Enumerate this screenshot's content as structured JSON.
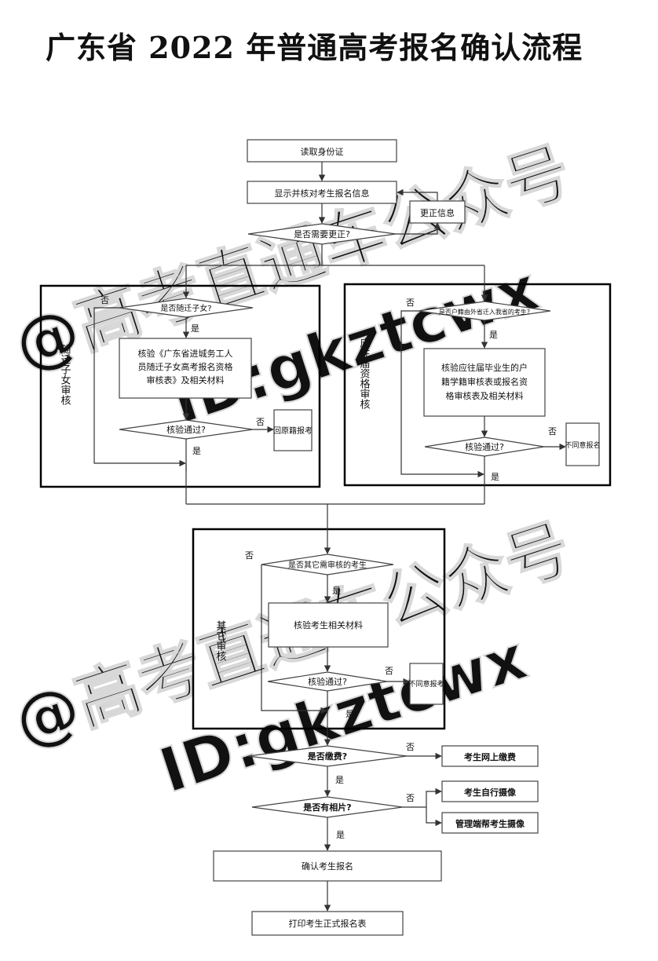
{
  "title": "广东省 2022 年普通高考报名确认流程",
  "watermark": {
    "line1": "@高考直通车公众号",
    "line2": "ID:gkztcwx"
  },
  "nodes": {
    "read_id": "读取身份证",
    "display_verify": "显示并核对考生报名信息",
    "correct_info": "更正信息",
    "need_correct": "是否需要更正?",
    "is_migrant_child": "是否随迁子女?",
    "verify_migrant_l1": "核验《广东省进城务工人",
    "verify_migrant_l2": "员随迁子女高考报名资格",
    "verify_migrant_l3": "审核表》及相关材料",
    "migrant_pass": "核验通过?",
    "return_home": "回原籍报考",
    "is_other_province": "是否户籍由外省迁入我省的考生?",
    "verify_grad_l1": "核验应往届毕业生的户",
    "verify_grad_l2": "籍学籍审核表或报名资",
    "verify_grad_l3": "格审核表及相关材料",
    "grad_pass": "核验通过?",
    "reject_grad": "不同意报名",
    "is_other_review": "是否其它需审核的考生",
    "verify_other": "核验考生相关材料",
    "other_pass": "核验通过?",
    "reject_other": "不同意报考",
    "is_paid": "是否缴费?",
    "pay_online": "考生网上缴费",
    "has_photo": "是否有相片?",
    "self_photo": "考生自行摄像",
    "admin_photo": "管理端帮考生摄像",
    "confirm": "确认考生报名",
    "print_form": "打印考生正式报名表"
  },
  "groups": {
    "migrant": "随迁子女审核",
    "grad": "应往届资格审核",
    "other": "其它审核"
  },
  "labels": {
    "yes": "是",
    "no": "否"
  }
}
